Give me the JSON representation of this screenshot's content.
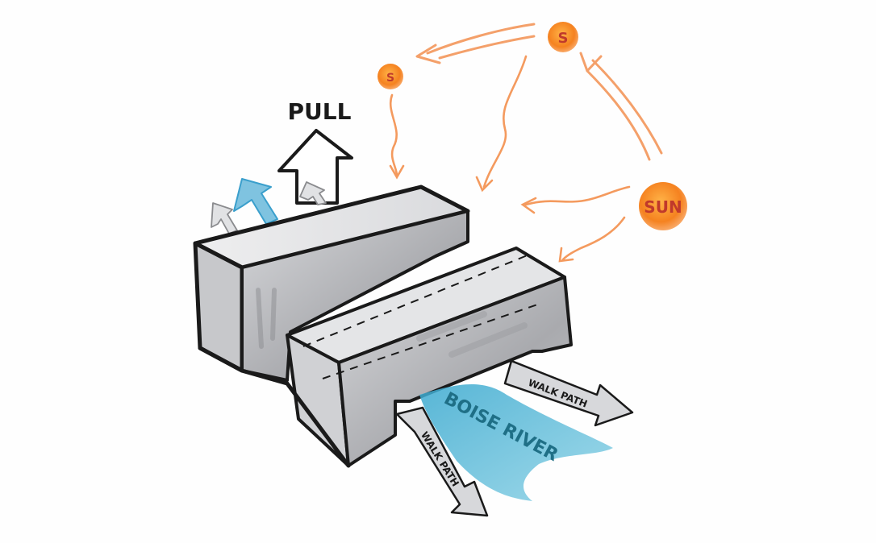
{
  "labels": {
    "pull": "PULL",
    "sun_large": "SUN",
    "sun_medium": "S",
    "sun_small": "S",
    "walk_path_right": "WALK PATH",
    "walk_path_bottom": "WALK PATH",
    "river": "BOISE RIVER"
  },
  "colors": {
    "ink": "#1a1a1a",
    "sun_orange": "#f07a1e",
    "sun_text": "#c0392b",
    "river_blue": "#4fb8d6",
    "gray_block": "#b9babd",
    "gray_light": "#dcdde0",
    "arrow_gray": "#c9cacd",
    "sun_path": "#f4a06a"
  },
  "icons": {
    "pull_arrow": "up-arrow-icon",
    "sun": "sun-icon",
    "flow_arrow": "curved-arrow-icon"
  }
}
